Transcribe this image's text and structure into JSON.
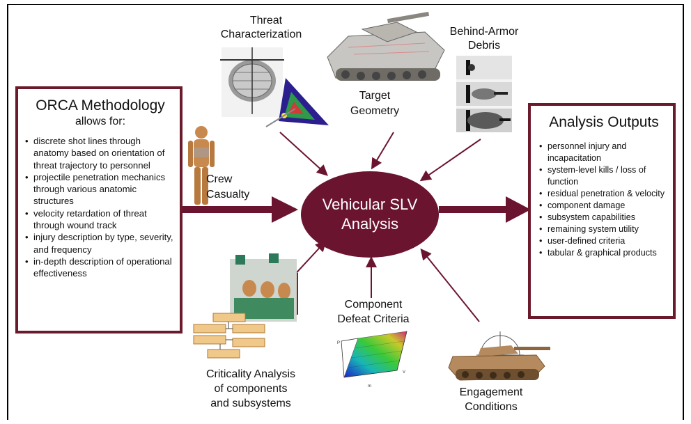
{
  "center": {
    "line1": "Vehicular SLV",
    "line2": "Analysis"
  },
  "left_box": {
    "title": "ORCA Methodology",
    "subtitle": "allows for:",
    "items": [
      "discrete shot lines through anatomy based on orientation of threat trajectory to personnel",
      "projectile penetration mechanics through various anatomic structures",
      "velocity retardation of threat through wound track",
      "injury description by type, severity, and frequency",
      "in-depth description of operational effectiveness"
    ]
  },
  "right_box": {
    "title": "Analysis Outputs",
    "items": [
      "personnel injury and incapacitation",
      "system-level kills / loss of function",
      "residual penetration & velocity",
      "component damage",
      "subsystem capabilities",
      "remaining system utility",
      "user-defined criteria",
      "tabular & graphical products"
    ]
  },
  "labels": {
    "threat_1": "Threat",
    "threat_2": "Characterization",
    "target_1": "Target",
    "target_2": "Geometry",
    "behind_1": "Behind-Armor",
    "behind_2": "Debris",
    "crew_1": "Crew",
    "crew_2": "Casualty",
    "comp_1": "Component",
    "comp_2": "Defeat Criteria",
    "crit_1": "Criticality Analysis",
    "crit_2": "of components",
    "crit_3": "and subsystems",
    "eng_1": "Engagement",
    "eng_2": "Conditions"
  },
  "colors": {
    "accent": "#6b1430",
    "box_border": "#6b1a2c"
  }
}
